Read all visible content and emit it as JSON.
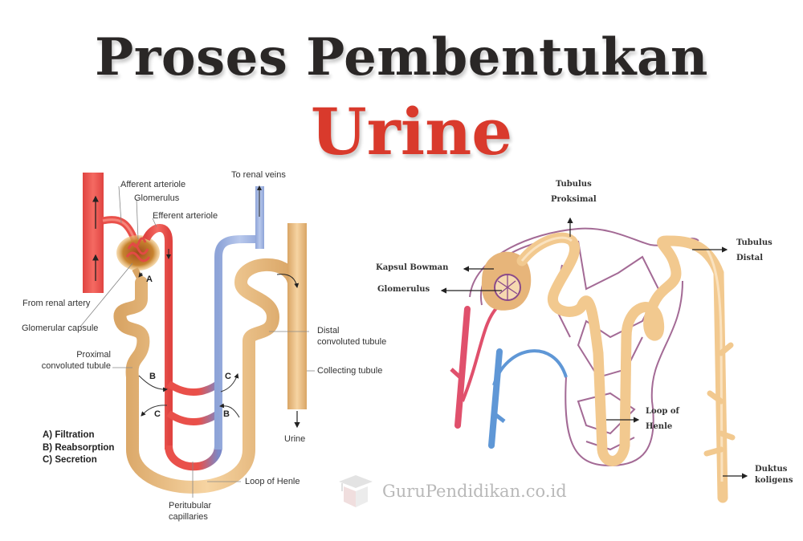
{
  "title": {
    "line1": "Proses Pembentukan",
    "line2": "Urine",
    "line1_color": "#2a2726",
    "line2_color": "#d93a2c"
  },
  "left_diagram": {
    "labels": {
      "to_renal_veins": "To renal veins",
      "afferent_arteriole": "Afferent arteriole",
      "glomerulus": "Glomerulus",
      "efferent_arteriole": "Efferent arteriole",
      "from_renal_artery": "From renal artery",
      "glomerular_capsule": "Glomerular capsule",
      "proximal_tubule_1": "Proximal",
      "proximal_tubule_2": "convoluted tubule",
      "distal_tubule_1": "Distal",
      "distal_tubule_2": "convoluted tubule",
      "collecting_tubule": "Collecting tubule",
      "urine": "Urine",
      "loop_of_henle": "Loop of Henle",
      "peritubular_1": "Peritubular",
      "peritubular_2": "capillaries"
    },
    "process_markers": {
      "a": "A",
      "b1": "B",
      "b2": "B",
      "c1": "C",
      "c2": "C"
    },
    "legend": [
      "A) Filtration",
      "B) Reabsorption",
      "C) Secretion"
    ],
    "colors": {
      "artery": "#e9504a",
      "vein": "#6d7fc0",
      "tubule": "#e8b878"
    }
  },
  "right_diagram": {
    "labels": {
      "tubulus_proksimal_1": "Tubulus",
      "tubulus_proksimal_2": "Proksimal",
      "tubulus_distal_1": "Tubulus",
      "tubulus_distal_2": "Distal",
      "kapsul_bowman": "Kapsul Bowman",
      "glomerulus": "Glomerulus",
      "loop_of_henle_1": "Loop of",
      "loop_of_henle_2": "Henle",
      "duktus_koligens_1": "Duktus",
      "duktus_koligens_2": "koligens"
    },
    "colors": {
      "artery": "#e0506c",
      "vein": "#5f97d6",
      "capillary": "#9a5a8a",
      "tubule": "#f2c98f"
    }
  },
  "watermark": {
    "icon": "graduation-cap-box-icon",
    "text": "GuruPendidikan.co.id"
  }
}
